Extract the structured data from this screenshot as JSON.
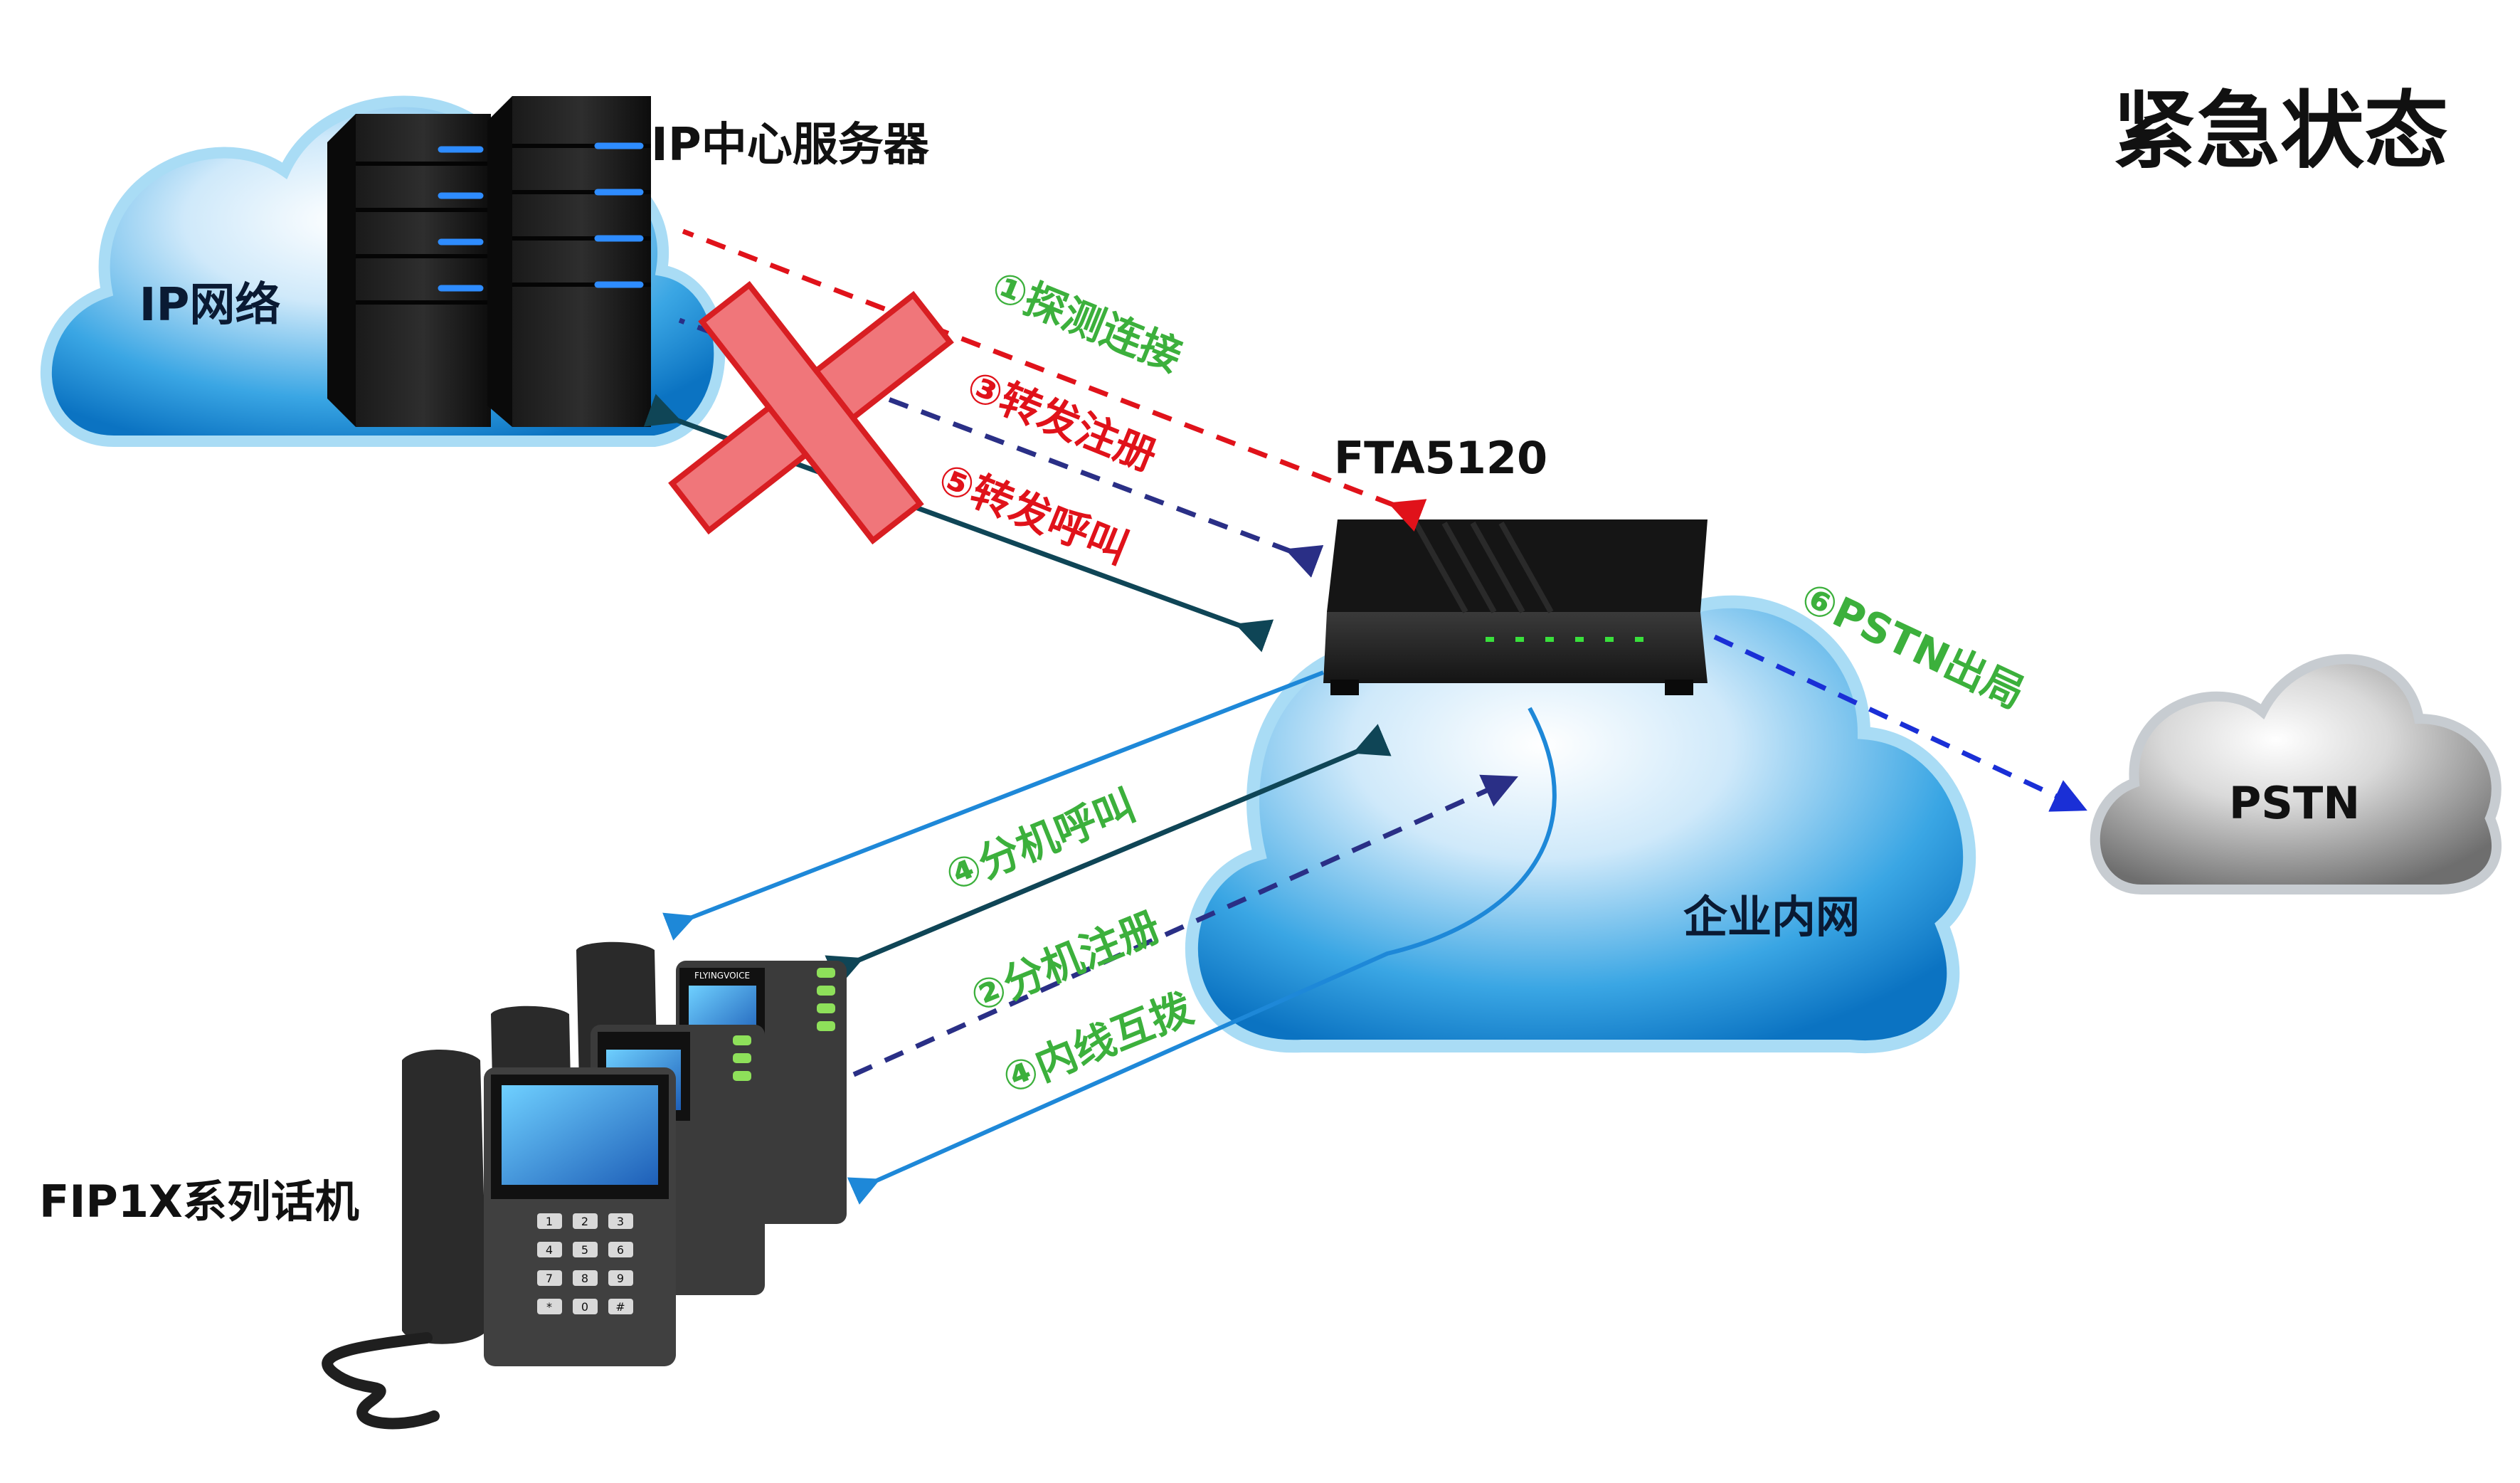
{
  "title": "紧急状态",
  "labels": {
    "ip_network": "IP网络",
    "ip_server": "IP中心服务器",
    "device": "FTA5120",
    "enterprise": "企业内网",
    "pstn": "PSTN",
    "phones": "FIP1X系列话机",
    "phone_brand": "FLYINGVOICE"
  },
  "flows": {
    "probe": "①探测连接",
    "forward_register": "③转发注册",
    "forward_call": "⑤转发呼叫",
    "pstn_out": "⑥PSTN出局",
    "ext_call": "④分机呼叫",
    "ext_register": "②分机注册",
    "internal_dial": "④内线互拨"
  },
  "keypad": [
    "1",
    "2",
    "3",
    "4",
    "5",
    "6",
    "7",
    "8",
    "9",
    "*",
    "0",
    "#"
  ],
  "colors": {
    "green_text": "#3cb03c",
    "red_text": "#e0121a",
    "red_arrow": "#e0121a",
    "navy_arrow": "#2a2f86",
    "teal_arrow": "#0f4556",
    "blue_arrow": "#1e88d8",
    "dark_blue_arrow": "#1a2fd6",
    "cloud_blue": "#1a8fd6",
    "cloud_gray": "#7f7f7f",
    "cross_fill": "#f0767a",
    "cross_stroke": "#d81e22"
  },
  "icons": {
    "failure_mark": "red-cross-icon"
  }
}
